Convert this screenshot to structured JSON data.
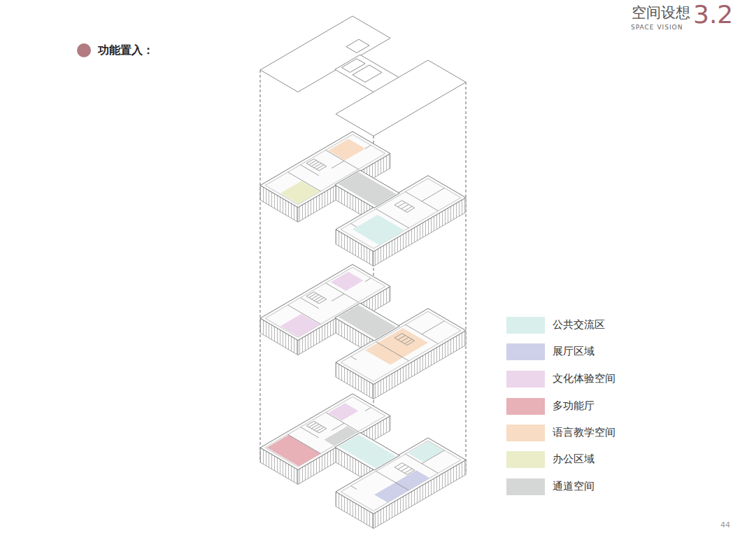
{
  "diagram": {
    "title": "功能置入：",
    "labels": [
      "空间设想",
      "3.2",
      "SPACE VISION",
      "44"
    ],
    "legend": [
      {
        "text": "公共交流区",
        "color": "#d9efec"
      },
      {
        "text": "展厅区域",
        "color": "#cdd0e8"
      },
      {
        "text": "文化体验空间",
        "color": "#ecd6ec"
      },
      {
        "text": "多功能厅",
        "color": "#e7b1b7"
      },
      {
        "text": "语言教学空间",
        "color": "#f8dcc4"
      },
      {
        "text": "办公区域",
        "color": "#eaedc8"
      },
      {
        "text": "通道空间",
        "color": "#d5d7d7"
      }
    ]
  }
}
